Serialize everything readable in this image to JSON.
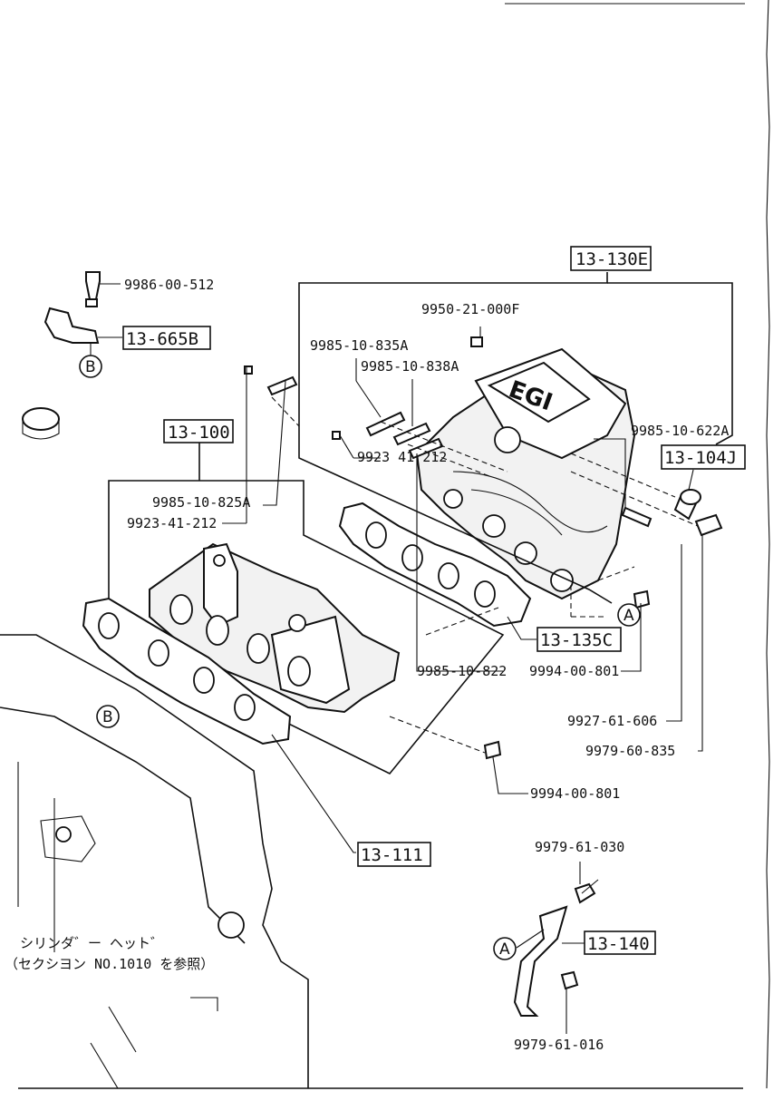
{
  "references": {
    "r_13_130E": "13-130E",
    "r_13_665B": "13-665B",
    "r_13_100": "13-100",
    "r_13_104J": "13-104J",
    "r_13_135C": "13-135C",
    "r_13_111": "13-111",
    "r_13_140": "13-140"
  },
  "part_numbers": {
    "p_9986_00_512": "9986-00-512",
    "p_9950_21_000F": "9950-21-000F",
    "p_9985_10_835A": "9985-10-835A",
    "p_9985_10_838A": "9985-10-838A",
    "p_9985_10_622A": "9985-10-622A",
    "p_9985_10_825A": "9985-10-825A",
    "p_9923_41_212_a": "9923-41-212",
    "p_9923_41_212_b": "9923  41 212",
    "p_9985_10_822": "9985-10-822",
    "p_9994_00_801_a": "9994-00-801",
    "p_9927_61_606": "9927-61-606",
    "p_9979_60_835": "9979-60-835",
    "p_9994_00_801_b": "9994-00-801",
    "p_9979_61_030": "9979-61-030",
    "p_9979_61_016": "9979-61-016"
  },
  "markers": {
    "A": "A",
    "B": "B"
  },
  "logo_text": "EGI",
  "notes": {
    "cylinder_head_line1": "シリンダ゛ー ヘット゛",
    "cylinder_head_line2": "（セクシヨン NO.1010 を参照）"
  }
}
